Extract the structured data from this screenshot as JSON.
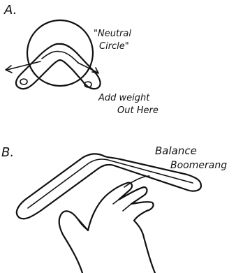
{
  "panel_a": {
    "label": "A.",
    "annotation_line1": "\"Neutral",
    "annotation_line2": "Circle\"",
    "note_line1": "Add weight",
    "note_line2": "Out Here"
  },
  "panel_b": {
    "label": "B.",
    "annotation_line1": "Balance",
    "annotation_line2": "Boomerang"
  }
}
